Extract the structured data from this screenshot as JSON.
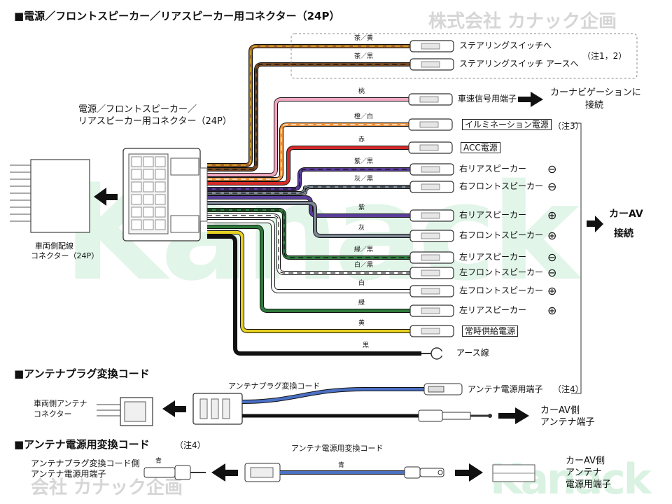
{
  "sections": {
    "main_title": "■電源／フロントスピーカー／リアスピーカー用コネクター（24P）",
    "antenna_plug_title": "■アンテナプラグ変換コード",
    "antenna_power_title": "■アンテナ電源用変換コード",
    "antenna_power_note": "（注4）"
  },
  "watermark": {
    "company_top": "株式会社 カナック企画",
    "company_bottom": "会社 カナック企画",
    "brand": "Kanack"
  },
  "main_connector": {
    "label_line1": "電源／フロントスピーカー／",
    "label_line2": "リアスピーカー用コネクター（24P）",
    "vehicle_line1": "車両側配線",
    "vehicle_line2": "コネクター（24P）"
  },
  "wires": [
    {
      "id": "w1",
      "color_label": "茶／黄",
      "color": "#a0622a",
      "stripe": "#e8c020",
      "dest": "ステアリングスイッチへ",
      "symbol": ""
    },
    {
      "id": "w2",
      "color_label": "茶／黒",
      "color": "#7a4a22",
      "stripe": "#111111",
      "dest": "ステアリングスイッチ アースへ",
      "symbol": ""
    },
    {
      "id": "w3",
      "color_label": "桃",
      "color": "#f2a8c2",
      "stripe": "",
      "dest": "車速信号用端子",
      "symbol": ""
    },
    {
      "id": "w4",
      "color_label": "橙／白",
      "color": "#e8903a",
      "stripe": "#ffffff",
      "dest": "イルミネーション電源",
      "symbol": ""
    },
    {
      "id": "w5",
      "color_label": "赤",
      "color": "#d42a2a",
      "stripe": "",
      "dest": "ACC電源",
      "symbol": ""
    },
    {
      "id": "w6",
      "color_label": "紫／黒",
      "color": "#5a3c9a",
      "stripe": "#111111",
      "dest": "右リアスピーカー",
      "symbol": "⊖"
    },
    {
      "id": "w7",
      "color_label": "灰／黒",
      "color": "#7d8894",
      "stripe": "#111111",
      "dest": "右フロントスピーカー",
      "symbol": "⊖"
    },
    {
      "id": "w8",
      "color_label": "紫",
      "color": "#5a3c9a",
      "stripe": "",
      "dest": "右リアスピーカー",
      "symbol": "⊕"
    },
    {
      "id": "w9",
      "color_label": "灰",
      "color": "#7d8894",
      "stripe": "",
      "dest": "右フロントスピーカー",
      "symbol": "⊕"
    },
    {
      "id": "w10",
      "color_label": "緑／黒",
      "color": "#2f7a3c",
      "stripe": "#111111",
      "dest": "左リアスピーカー",
      "symbol": "⊖"
    },
    {
      "id": "w11",
      "color_label": "白／黒",
      "color": "#ffffff",
      "stripe": "#111111",
      "dest": "左フロントスピーカー",
      "symbol": "⊖"
    },
    {
      "id": "w12",
      "color_label": "白",
      "color": "#ffffff",
      "stripe": "",
      "dest": "左フロントスピーカー",
      "symbol": "⊕"
    },
    {
      "id": "w13",
      "color_label": "緑",
      "color": "#2f7a3c",
      "stripe": "",
      "dest": "左リアスピーカー",
      "symbol": "⊕"
    },
    {
      "id": "w14",
      "color_label": "黄",
      "color": "#e6d020",
      "stripe": "",
      "dest": "常時供給電源",
      "symbol": ""
    },
    {
      "id": "w15",
      "color_label": "黒",
      "color": "#111111",
      "stripe": "",
      "dest": "アース線",
      "symbol": ""
    }
  ],
  "notes": {
    "note12": "（注1，2）",
    "note3": "（注3）",
    "note4": "（注4）"
  },
  "car_nav": {
    "line1": "カーナビゲーションに",
    "line2": "接続"
  },
  "car_av": {
    "line1": "カーAV",
    "line2": "接続"
  },
  "antenna_plug": {
    "cord_label": "アンテナプラグ変換コード",
    "vehicle_line1": "車両側アンテナ",
    "vehicle_line2": "コネクター",
    "power_terminal": "アンテナ電源用端子",
    "av_line1": "カーAV側",
    "av_line2": "アンテナ端子"
  },
  "antenna_power": {
    "cord_label": "アンテナ電源用変換コード",
    "wire_color": "青",
    "wire_color_left": "青",
    "left_line1": "アンテナプラグ変換コード側",
    "left_line2": "アンテナ電源用端子",
    "right_line1": "カーAV側",
    "right_line2": "アンテナ",
    "right_line3": "電源用端子"
  }
}
